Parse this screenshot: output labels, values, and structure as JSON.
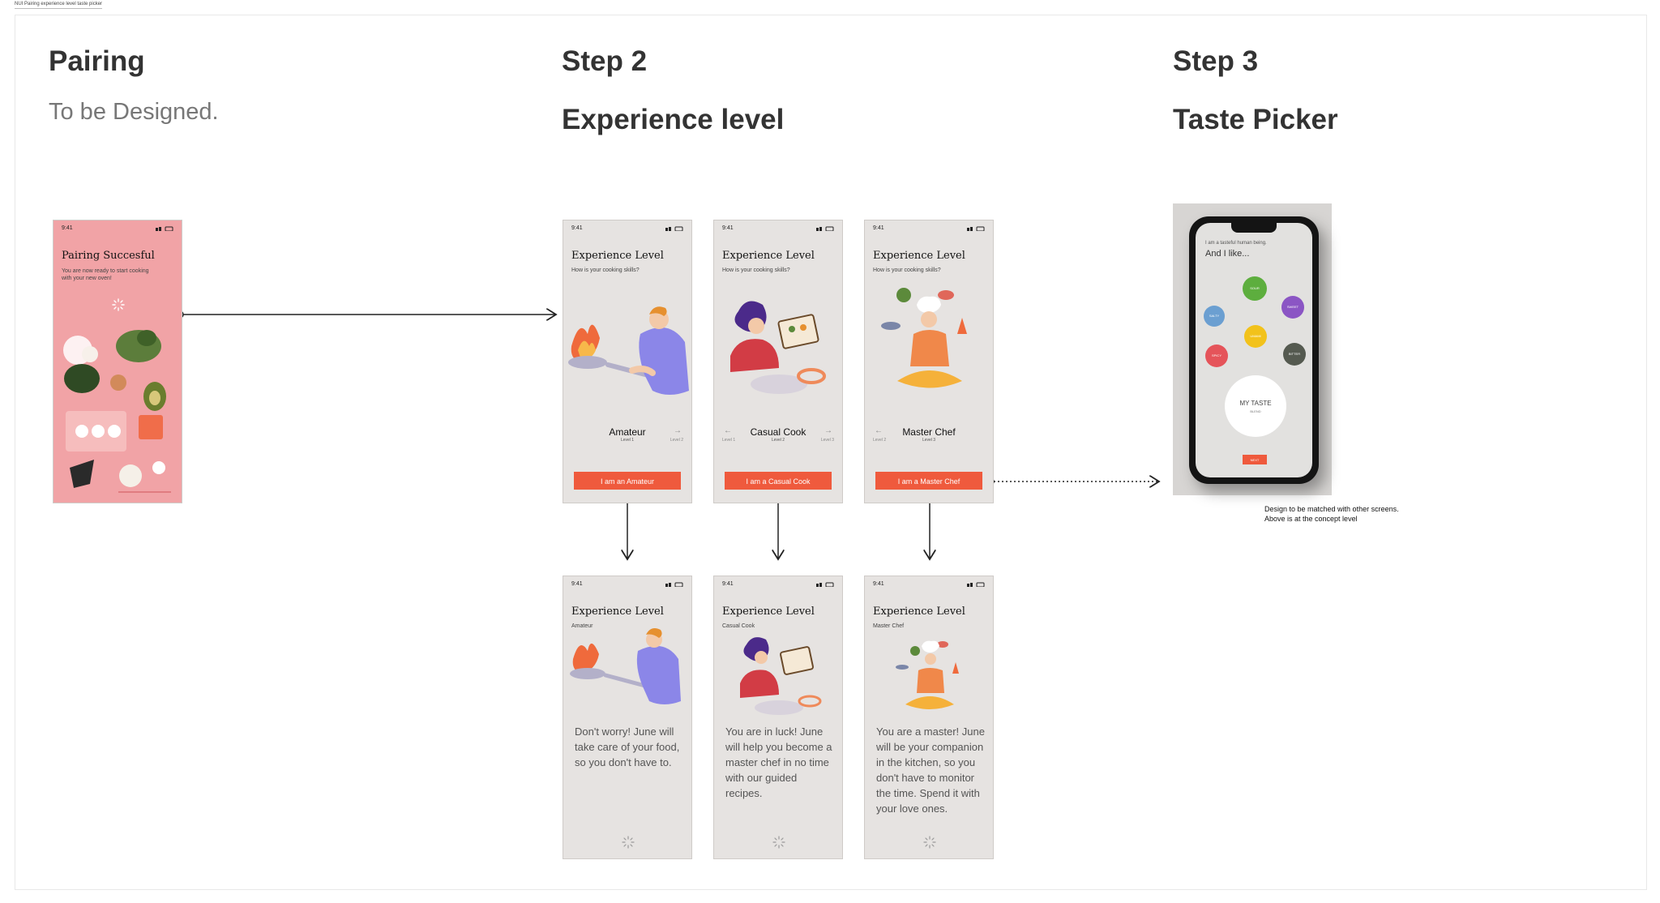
{
  "frame_label": "NUI Pairing experience level taste picker",
  "sections": {
    "pairing": {
      "title": "Pairing",
      "subtitle": "To be Designed."
    },
    "step2": {
      "title": "Step 2",
      "subtitle": "Experience level"
    },
    "step3": {
      "title": "Step 3",
      "subtitle": "Taste Picker"
    }
  },
  "status_time": "9:41",
  "pairing_screen": {
    "title": "Pairing Succesful",
    "text": "You are now ready to start cooking with your new oven!"
  },
  "experience_screens": [
    {
      "title": "Experience Level",
      "question": "How is your cooking skills?",
      "level": "Amateur",
      "level_no": "Level 1",
      "next_label": "Level 2",
      "prev_label": "",
      "button": "I am an Amateur"
    },
    {
      "title": "Experience Level",
      "question": "How is your cooking skills?",
      "level": "Casual Cook",
      "level_no": "Level 2",
      "next_label": "Level 3",
      "prev_label": "Level 1",
      "button": "I am a Casual Cook"
    },
    {
      "title": "Experience Level",
      "question": "How is your cooking skills?",
      "level": "Master Chef",
      "level_no": "Level 3",
      "next_label": "",
      "prev_label": "Level 2",
      "button": "I am a Master Chef"
    }
  ],
  "result_screens": [
    {
      "title": "Experience Level",
      "level": "Amateur",
      "message": "Don't worry! June will take care of your food, so you don't have to."
    },
    {
      "title": "Experience Level",
      "level": "Casual Cook",
      "message": "You are in luck! June will help you become a master chef in no time with our guided recipes."
    },
    {
      "title": "Experience Level",
      "level": "Master Chef",
      "message": "You are a master! June will be your companion in the kitchen, so you don't have to monitor the time. Spend it with your love ones."
    }
  ],
  "taste_picker": {
    "intro": "I am a tasteful human being.",
    "heading": "And I like...",
    "tastes": [
      "SOUR",
      "SALTY",
      "SWEET",
      "UMAMI",
      "SPICY",
      "BITTER"
    ],
    "blend_label": "MY TASTE",
    "blend_sub": "BLEND",
    "button": "NEXT"
  },
  "colors": {
    "cta": "#ef5a3d",
    "pink": "#f1a3a6",
    "screen_bg": "#e6e3e1"
  },
  "note": {
    "line1": "Design to be matched with other screens.",
    "line2": "Above is at the concept level"
  }
}
